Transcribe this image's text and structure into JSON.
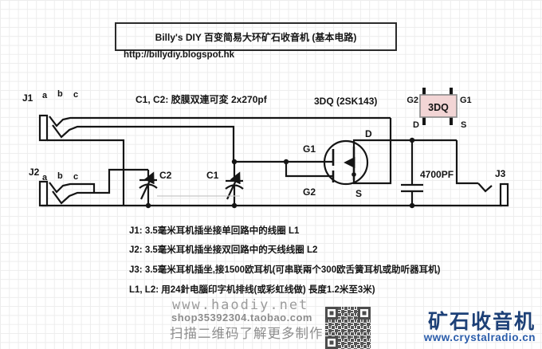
{
  "header": {
    "title": "Billy's DIY 百变简易大环矿石收音机 (基本电路)",
    "url": "http://billydiy.blogspot.hk"
  },
  "schematic": {
    "jack1": {
      "label": "J1",
      "pins": [
        "a",
        "b",
        "c"
      ]
    },
    "jack2": {
      "label": "J2",
      "pins": [
        "a",
        "b",
        "c"
      ]
    },
    "jack3": {
      "label": "J3"
    },
    "cap_note": "C1, C2: 胶膜双連可変 2x270pf",
    "c1": "C1",
    "c2": "C2",
    "bypass_cap": "4700PF",
    "fet": {
      "label": "3DQ (2SK143)",
      "g1": "G1",
      "g2": "G2",
      "d": "D",
      "s": "S"
    },
    "package": {
      "name": "3DQ",
      "top_left": "G2",
      "top_right": "G1",
      "bottom_left": "D",
      "bottom_right": "S",
      "body_color": "#f2d5d5"
    },
    "wire_color": "#151515"
  },
  "notes": [
    "J1: 3.5毫米耳机插坐接单回路中的线圈 L1",
    "J2: 3.5毫米耳机插坐接双回路中的天线线圈 L2",
    "J3: 3.5毫米耳机插坐,接1500欧耳机(可串联兩个300欧舌簧耳机或助听器耳机)",
    "L1, L2: 用24針电腦印字机排线(或彩虹线做) 長度1.2米至3米)"
  ],
  "watermarks": {
    "site": "www.haodiy.net",
    "shop": "shop35392304.taobao.com",
    "scan_tip": "扫描二维码了解更多制作"
  },
  "brand": {
    "name": "矿石收音机",
    "url": "www.crystalradio.cn",
    "name_color": "#1d4077",
    "url_color": "#2a5caa"
  }
}
